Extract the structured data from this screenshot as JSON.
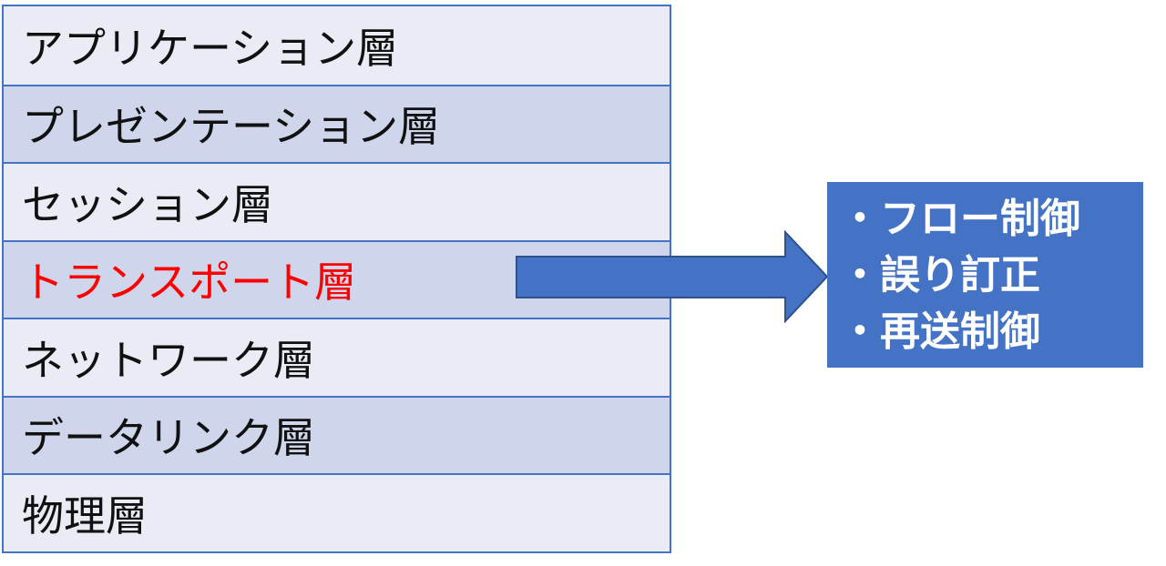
{
  "layers": [
    {
      "label": "アプリケーション層",
      "highlight": false
    },
    {
      "label": "プレゼンテーション層",
      "highlight": false
    },
    {
      "label": "セッション層",
      "highlight": false
    },
    {
      "label": "トランスポート層",
      "highlight": true
    },
    {
      "label": "ネットワーク層",
      "highlight": false
    },
    {
      "label": "データリンク層",
      "highlight": false
    },
    {
      "label": "物理層",
      "highlight": false
    }
  ],
  "functions": [
    "・フロー制御",
    "・誤り訂正",
    "・再送制御"
  ],
  "colors": {
    "accent": "#4472c4",
    "highlight_text": "#ff0000",
    "row_light": "#e9ebf5",
    "row_dark": "#cfd5ea"
  }
}
